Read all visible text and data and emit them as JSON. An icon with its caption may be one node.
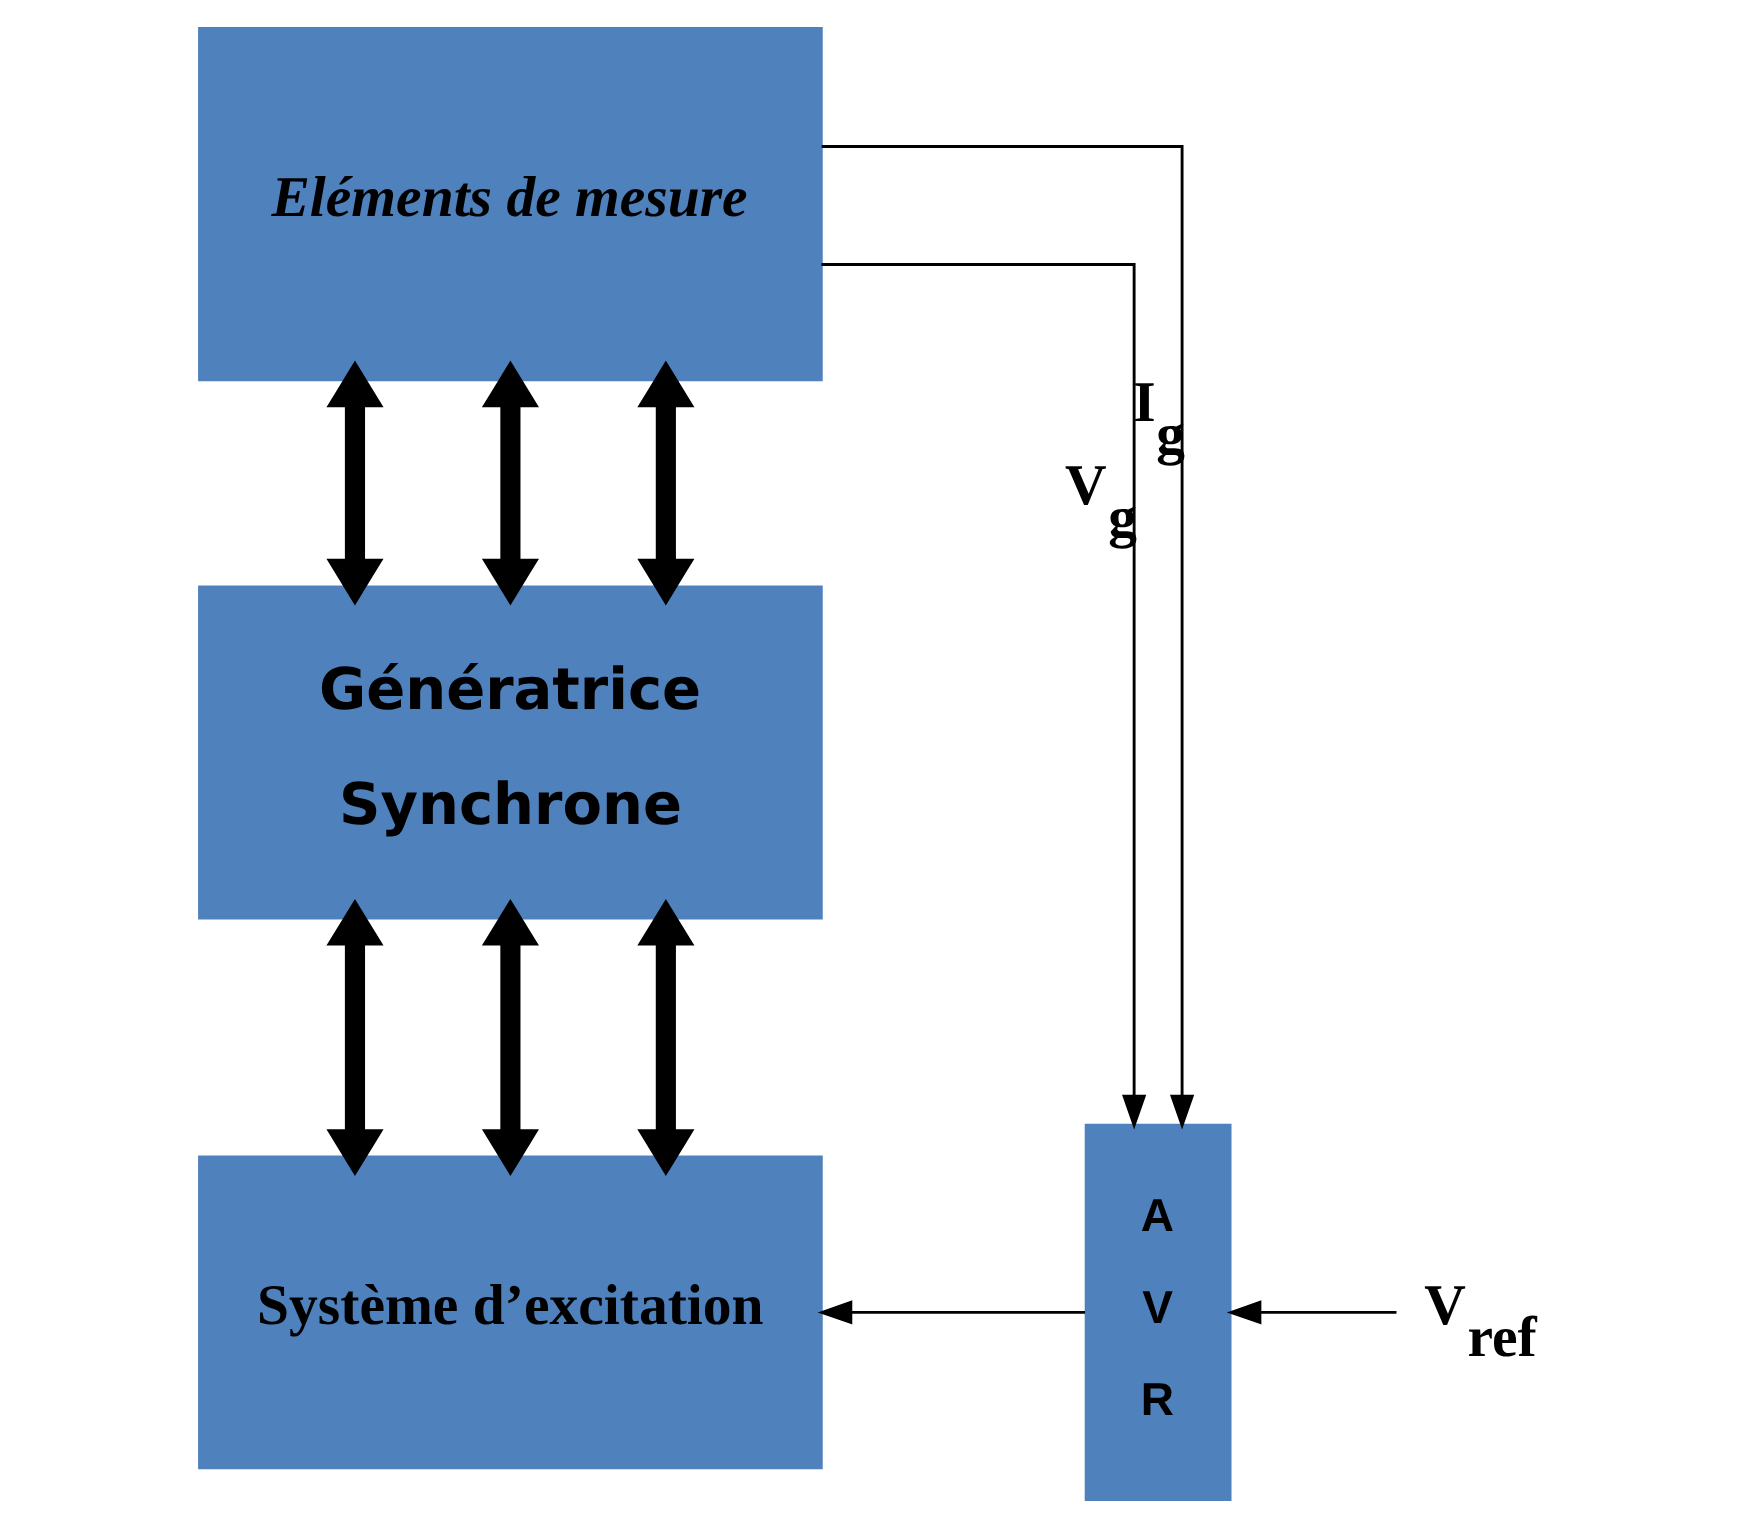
{
  "diagram": {
    "nodes": [
      {
        "text": [
          "Eléments de mesure"
        ]
      },
      {
        "text": [
          "Génératrice Synchrone"
        ]
      },
      {
        "text": [
          "Système d’excitation"
        ]
      },
      {
        "text": [
          "A",
          "V",
          "R"
        ]
      },
      {
        "text": [
          "V$_{ref}$"
        ]
      }
    ],
    "edges": [
      {
        "from": 0,
        "to": 1,
        "arrow": "both"
      },
      {
        "from": 0,
        "to": 1,
        "arrow": "both"
      },
      {
        "from": 0,
        "to": 1,
        "arrow": "both"
      },
      {
        "from": 1,
        "to": 2,
        "arrow": "both"
      },
      {
        "from": 1,
        "to": 2,
        "arrow": "both"
      },
      {
        "from": 1,
        "to": 2,
        "arrow": "both"
      },
      {
        "from": 0,
        "to": 3,
        "arrow": "to",
        "label": "I$_{g}$"
      },
      {
        "from": 0,
        "to": 3,
        "arrow": "to",
        "label": "V$_{g}$"
      },
      {
        "from": 3,
        "to": 2,
        "arrow": "to"
      },
      {
        "from": 4,
        "to": 3,
        "arrow": "to"
      }
    ]
  }
}
